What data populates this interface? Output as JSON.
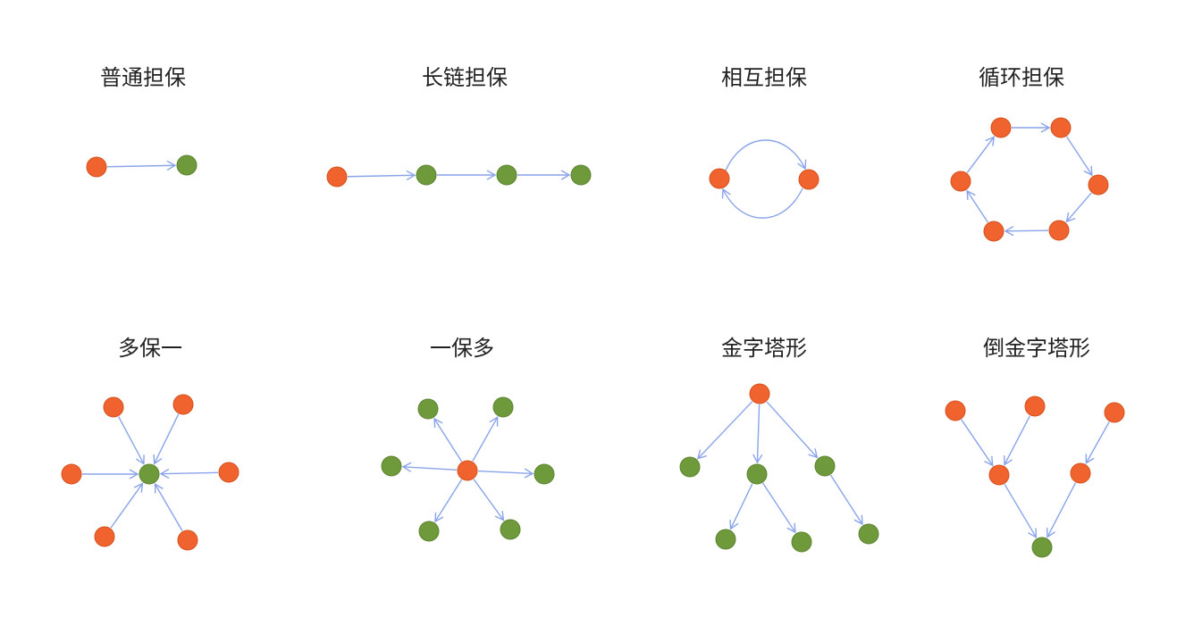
{
  "colors": {
    "guarantor_node": "#f0622e",
    "guarantor_node_stroke": "#d4521f",
    "guaranteed_node": "#6f9a3c",
    "guaranteed_node_stroke": "#5c8430",
    "edge": "#8aa4ea",
    "title_text": "#222222"
  },
  "panels": [
    {
      "id": "ordinary",
      "title": "普通担保"
    },
    {
      "id": "long-chain",
      "title": "长链担保"
    },
    {
      "id": "mutual",
      "title": "相互担保"
    },
    {
      "id": "circular",
      "title": "循环担保"
    },
    {
      "id": "many-to-one",
      "title": "多保一"
    },
    {
      "id": "one-to-many",
      "title": "一保多"
    },
    {
      "id": "pyramid",
      "title": "金字塔形"
    },
    {
      "id": "inverted-pyramid",
      "title": "倒金字塔形"
    }
  ]
}
